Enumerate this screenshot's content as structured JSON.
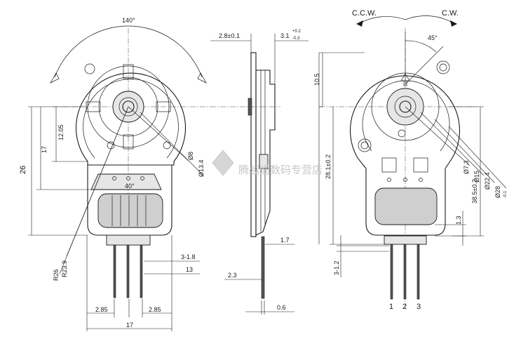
{
  "left_view": {
    "angle_top": "140°",
    "angle_arc": "40°",
    "dims": {
      "d12_05": "12.05",
      "d17": "17",
      "d26": "26",
      "d_8": "Ø8",
      "d_13_4": "Ø13.4",
      "d_pin_pitch_left": "2.85",
      "d_pin_pitch_right": "2.85",
      "d_width": "17",
      "d_r23_9": "R23.9",
      "d_r26": "R26"
    }
  },
  "side_view": {
    "dims": {
      "d2_8": "2.8±0.1",
      "d3_1": "3.1",
      "d3_1_tol_upper": "+0.2",
      "d3_1_tol_lower": "-0.3",
      "d3_1_8": "3-1.8",
      "d13": "13",
      "d1_7": "1.7",
      "d2_3": "2.3",
      "d0_6": "0.6"
    }
  },
  "right_view": {
    "ccw": "C.C.W.",
    "cw": "C.W.",
    "angle": "45°",
    "dims": {
      "d10_5": "10.5",
      "d28_1": "28.1±0.2",
      "d38_5": "38.5±0.2",
      "d_7_3": "Ø7.3",
      "d_15": "Ø15",
      "d_22_4": "Ø22.4",
      "d_28": "Ø28",
      "d_28_tol": "-0.1",
      "d1_3": "1.3",
      "d3_1_2": "3-1.2"
    },
    "pins": [
      "1",
      "2",
      "3"
    ]
  },
  "watermark": "腾越通数码专营店"
}
